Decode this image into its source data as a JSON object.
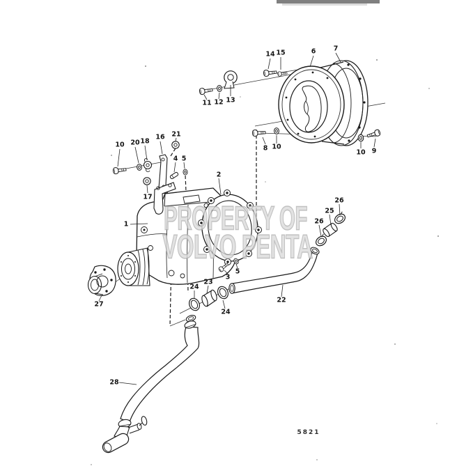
{
  "figure": {
    "number": "5821"
  },
  "watermark": {
    "line1": "PROPERTY OF",
    "line2": "VOLVO PENTA"
  },
  "colors": {
    "line": "#1a1a1a",
    "watermark": "#b2b2b2",
    "background": "#ffffff"
  },
  "callouts": {
    "n1": "1",
    "n2": "2",
    "n3": "3",
    "n4": "4",
    "n5a": "5",
    "n5b": "5",
    "n6": "6",
    "n7": "7",
    "n8": "8",
    "n9": "9",
    "n10a": "10",
    "n10b": "10",
    "n10c": "10",
    "n11": "11",
    "n12": "12",
    "n13": "13",
    "n14": "14",
    "n15": "15",
    "n16": "16",
    "n17": "17",
    "n18": "18",
    "n20": "20",
    "n21": "21",
    "n22": "22",
    "n23": "23",
    "n24a": "24",
    "n24b": "24",
    "n25": "25",
    "n26a": "26",
    "n26b": "26",
    "n27": "27",
    "n28": "28"
  }
}
